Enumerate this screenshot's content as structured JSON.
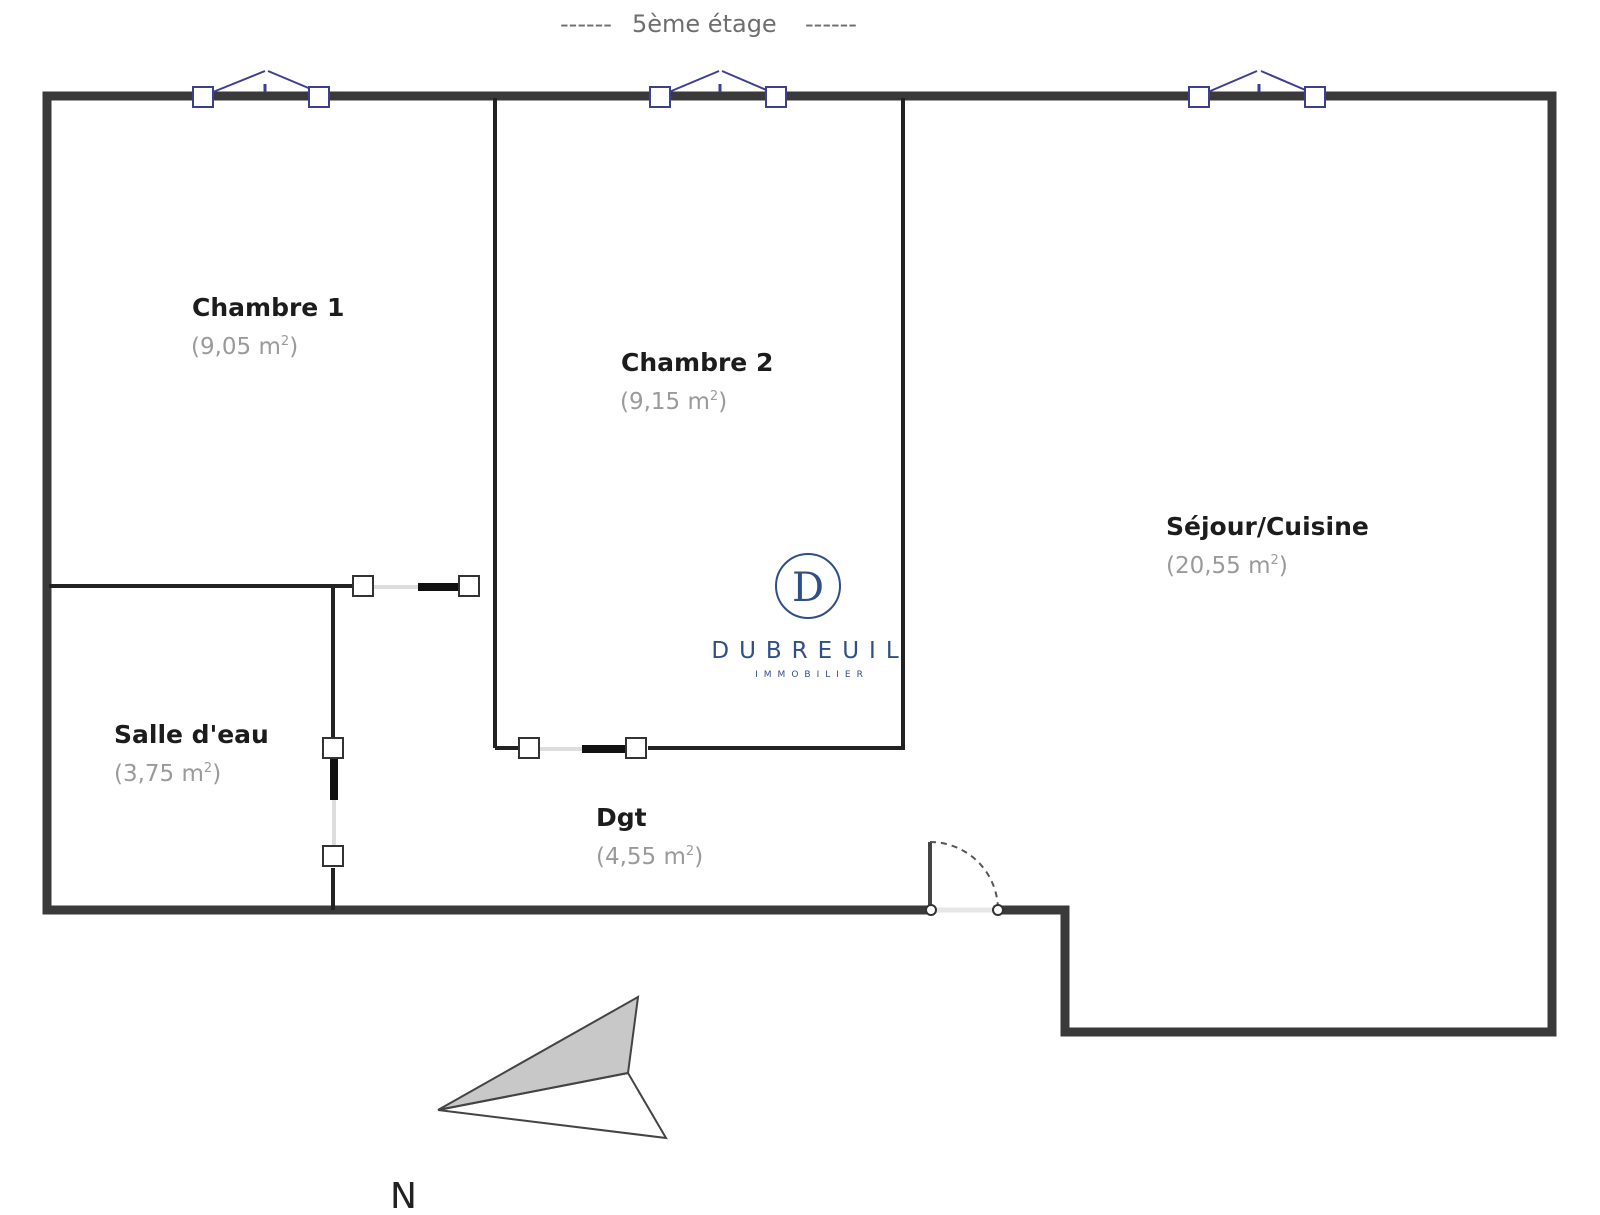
{
  "floor_label": "5ème étage",
  "floor_dashes": "------",
  "rooms": [
    {
      "key": "chambre1",
      "name": "Chambre 1",
      "area": "(9,05 m",
      "sup": "2",
      "close": ")"
    },
    {
      "key": "chambre2",
      "name": "Chambre 2",
      "area": "(9,15 m",
      "sup": "2",
      "close": ")"
    },
    {
      "key": "sejour",
      "name": "Séjour/Cuisine",
      "area": "(20,55 m",
      "sup": "2",
      "close": ")"
    },
    {
      "key": "salle",
      "name": "Salle d'eau",
      "area": "(3,75 m",
      "sup": "2",
      "close": ")"
    },
    {
      "key": "dgt",
      "name": "Dgt",
      "area": "(4,55 m",
      "sup": "2",
      "close": ")"
    }
  ],
  "logo": {
    "letter": "D",
    "word": "DUBREUIL",
    "sub": "IMMOBILIER",
    "color": "#2f4f86"
  },
  "compass": {
    "label": "N"
  },
  "colors": {
    "wall": "#3a3a3a",
    "window": "#3d3f8f",
    "compass_fill": "#c8c8c8"
  }
}
